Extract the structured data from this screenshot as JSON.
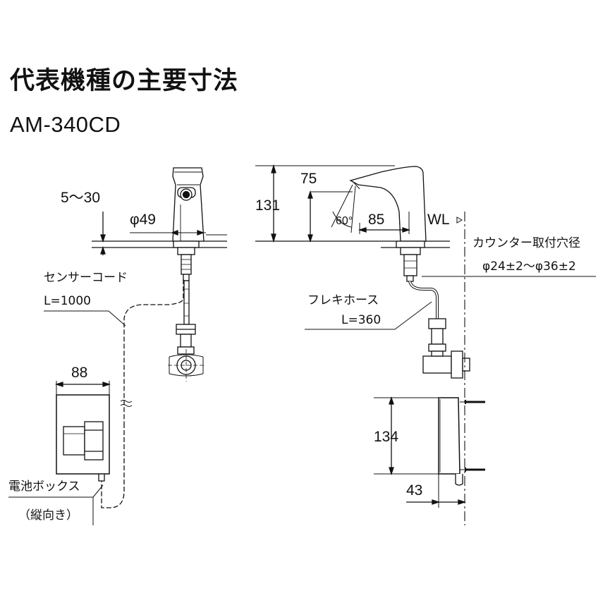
{
  "title": "代表機種の主要寸法",
  "model": "AM-340CD",
  "front_view": {
    "dim_top_gap": "5～30",
    "dim_diameter": "φ49",
    "sensor_cord_label": "センサーコード",
    "sensor_cord_length": "L=1000",
    "battery_width": "88",
    "battery_box_label": "電池ボックス",
    "battery_box_orientation": "（縦向き）"
  },
  "side_view": {
    "dim_height": "131",
    "dim_reach": "75",
    "dim_angle": "60°",
    "dim_spout": "85",
    "water_level": "WL",
    "counter_hole_label": "カウンター取付穴径",
    "counter_hole_range": "φ24±2～φ36±2",
    "flexible_hose_label": "フレキホース",
    "flexible_hose_length": "L=360",
    "battery_height": "134",
    "battery_depth": "43"
  }
}
